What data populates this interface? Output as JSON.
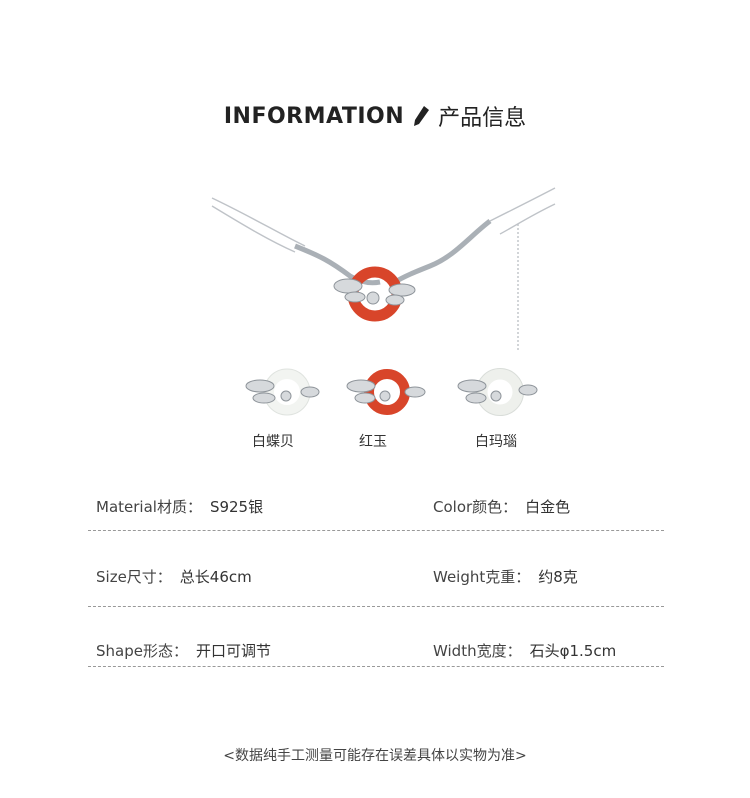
{
  "header": {
    "title_en": "INFORMATION",
    "title_cn": "产品信息"
  },
  "variants": [
    {
      "label": "白蝶贝"
    },
    {
      "label": "红玉"
    },
    {
      "label": "白玛瑙"
    }
  ],
  "specs": {
    "material": {
      "label": "Material材质：",
      "value": "S925银"
    },
    "color": {
      "label": "Color颜色：",
      "value": "白金色"
    },
    "size": {
      "label": "Size尺寸：",
      "value": "总长46cm"
    },
    "weight": {
      "label": "Weight克重：",
      "value": "约8克"
    },
    "shape": {
      "label": "Shape形态：",
      "value": "开口可调节"
    },
    "width": {
      "label": "Width宽度：",
      "value": "石头φ1.5cm"
    }
  },
  "footer": {
    "note": "<数据纯手工测量可能存在误差具体以实物为准>"
  },
  "colors": {
    "red_agate": "#d8452a",
    "silver": "#c9ccd0",
    "white_stone": "#f2f4f1"
  }
}
